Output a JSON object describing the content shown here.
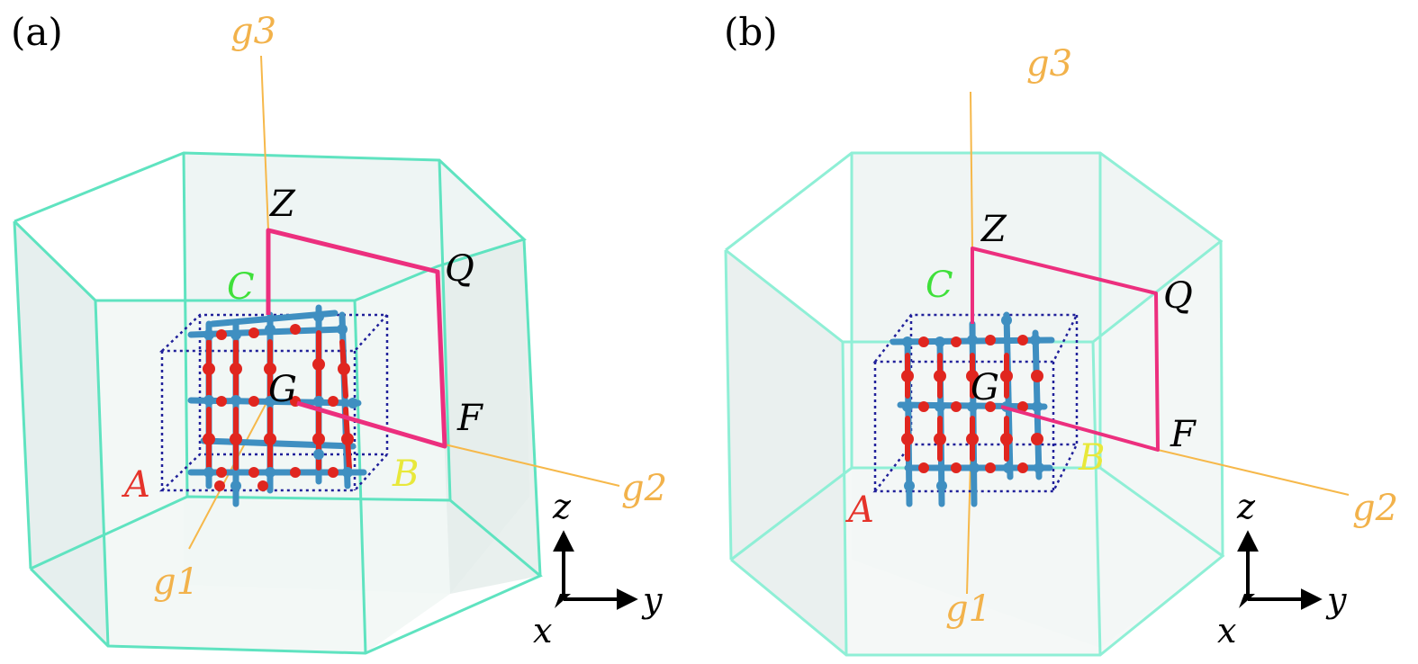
{
  "colors": {
    "bz_edge": "#5fe3c0",
    "bz_edge_b": "#8fefd6",
    "bz_fill": "#e9f3f1",
    "path": "#ec2f7e",
    "axis_line": "#f6b84a",
    "label_orange": "#f2b24b",
    "label_red": "#e5332a",
    "label_green": "#3fe03a",
    "label_yellow": "#e8e83a",
    "label_black": "#000000",
    "atom_blue": "#3f8fc1",
    "atom_red": "#e0261f",
    "cell_dotted": "#20209a"
  },
  "panels": [
    {
      "id": "a",
      "label": "(a)",
      "points": {
        "Z": "Z",
        "Q": "Q",
        "F": "F",
        "G": "G",
        "C": "C",
        "A": "A",
        "B": "B"
      },
      "axes": {
        "g1": "g1",
        "g2": "g2",
        "g3": "g3"
      },
      "coord": {
        "x": "x",
        "y": "y",
        "z": "z"
      }
    },
    {
      "id": "b",
      "label": "(b)",
      "points": {
        "Z": "Z",
        "Q": "Q",
        "F": "F",
        "G": "G",
        "C": "C",
        "A": "A",
        "B": "B"
      },
      "axes": {
        "g1": "g1",
        "g2": "g2",
        "g3": "g3"
      },
      "coord": {
        "x": "x",
        "y": "y",
        "z": "z"
      }
    }
  ]
}
